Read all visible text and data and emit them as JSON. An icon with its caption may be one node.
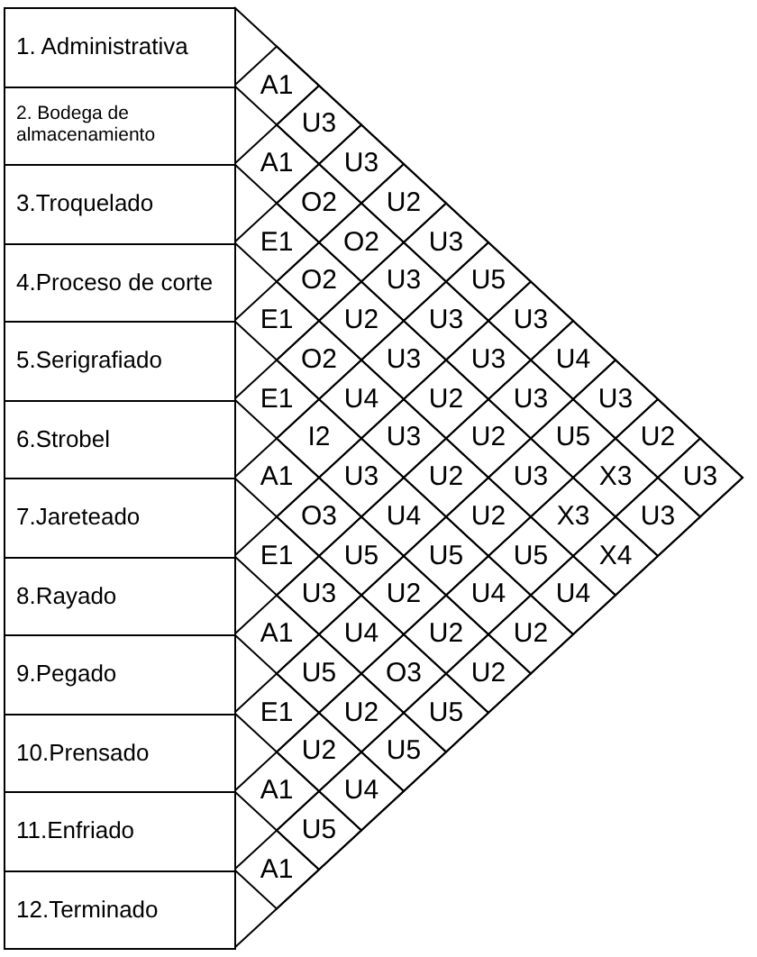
{
  "diagram": {
    "nodes": [
      {
        "text": [
          "1. Administrativa"
        ]
      },
      {
        "text": [
          "2. Bodega de almacenamiento"
        ]
      },
      {
        "text": [
          "3.Troquelado"
        ]
      },
      {
        "text": [
          "4.Proceso de corte"
        ]
      },
      {
        "text": [
          "5.Serigrafiado"
        ]
      },
      {
        "text": [
          "6.Strobel"
        ]
      },
      {
        "text": [
          "7.Jareteado"
        ]
      },
      {
        "text": [
          "8.Rayado"
        ]
      },
      {
        "text": [
          "9.Pegado"
        ]
      },
      {
        "text": [
          "10.Prensado"
        ]
      },
      {
        "text": [
          "11.Enfriado"
        ]
      },
      {
        "text": [
          "12.Terminado"
        ]
      }
    ],
    "labels": [
      "A1",
      "U3",
      "A1",
      "U3",
      "O2",
      "U2",
      "E1",
      "O2",
      "U3",
      "O2",
      "U3",
      "U5",
      "E1",
      "U2",
      "U3",
      "U3",
      "O2",
      "U3",
      "U3",
      "U4",
      "E1",
      "U4",
      "U2",
      "U3",
      "U3",
      "I2",
      "U3",
      "U2",
      "U5",
      "U2",
      "A1",
      "U3",
      "U2",
      "U3",
      "X3",
      "U3",
      "O3",
      "U4",
      "U2",
      "X3",
      "U3",
      "E1",
      "U5",
      "U5",
      "U5",
      "X4",
      "U3",
      "U2",
      "U4",
      "U4",
      "A1",
      "U4",
      "U2",
      "U2",
      "U5",
      "O3",
      "U2",
      "E1",
      "U2",
      "U5",
      "U2",
      "U5",
      "A1",
      "U4",
      "U5",
      "A1"
    ]
  }
}
